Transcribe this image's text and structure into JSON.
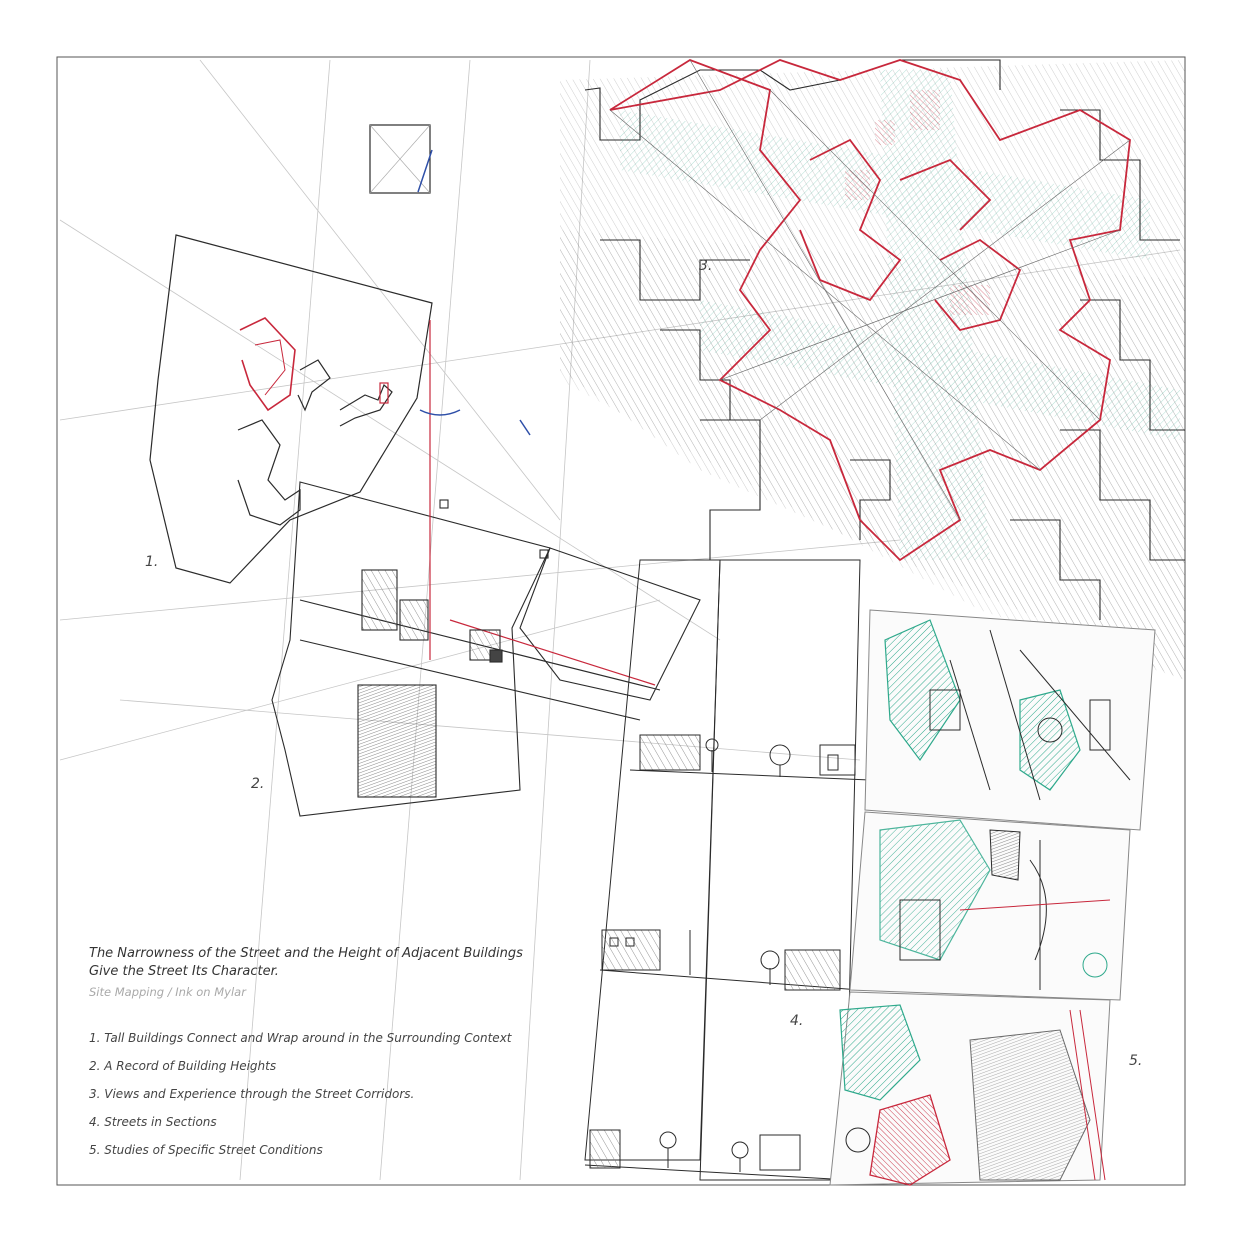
{
  "title": {
    "line1": "The Narrowness of the Street and the Height of Adjacent Buildings",
    "line2": "Give the Street Its Character."
  },
  "subtitle": "Site Mapping / Ink on Mylar",
  "legend": [
    "1. Tall Buildings Connect and Wrap around in the Surrounding Context",
    "2. A Record of Building Heights",
    "3. Views and Experience through the Street Corridors.",
    "4. Streets in Sections",
    "5. Studies of Specific Street Conditions"
  ],
  "drawing_labels": {
    "one": "1.",
    "two": "2.",
    "three": "3.",
    "four": "4.",
    "five": "5."
  },
  "colors": {
    "ink": "#2b2b2b",
    "red": "#c8283c",
    "teal": "#2fa98c",
    "blue": "#2e4fa8",
    "pencil": "#b9b9b9"
  }
}
